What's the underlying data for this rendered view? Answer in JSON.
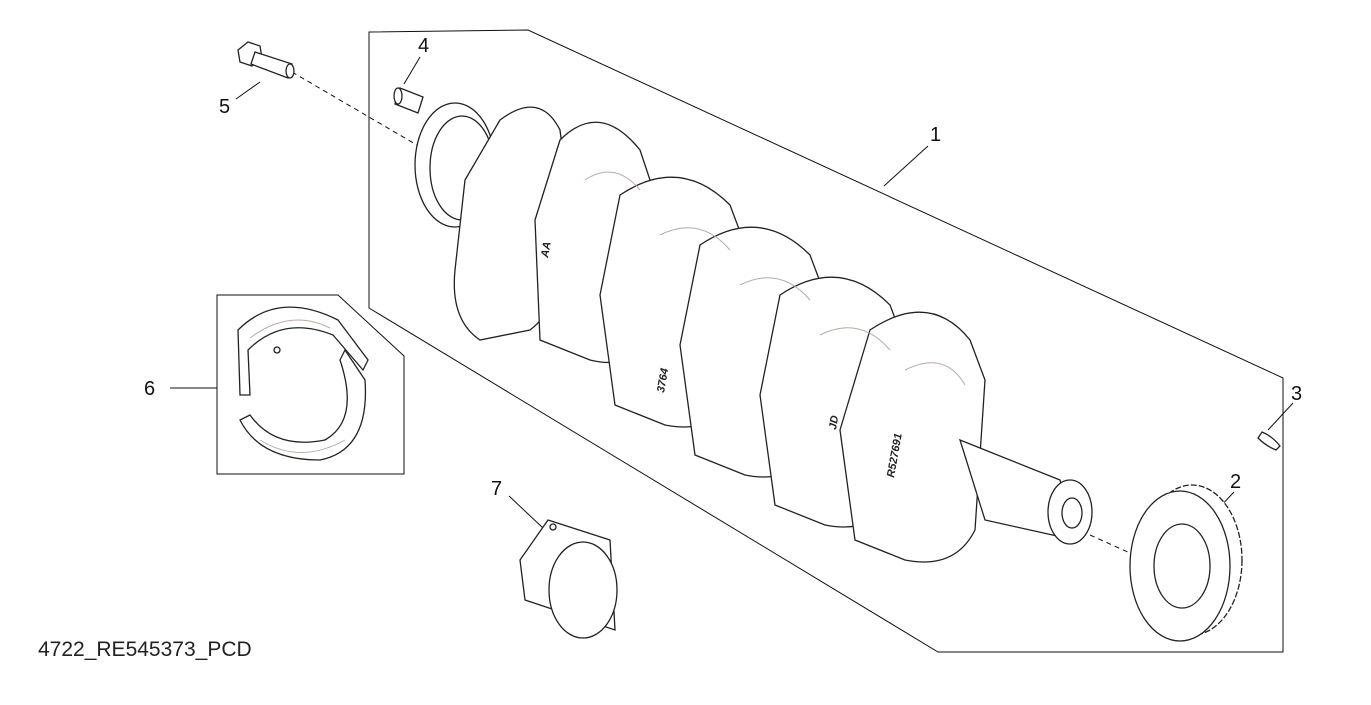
{
  "figure_id": "4722_RE545373_PCD",
  "callouts": [
    {
      "number": "1",
      "part": "crankshaft"
    },
    {
      "number": "2",
      "part": "gear"
    },
    {
      "number": "3",
      "part": "key"
    },
    {
      "number": "4",
      "part": "dowel-pin"
    },
    {
      "number": "5",
      "part": "bolt"
    },
    {
      "number": "6",
      "part": "thrust-bearing-set"
    },
    {
      "number": "7",
      "part": "bushing"
    }
  ],
  "engravings": [
    "AA",
    "3764",
    "JD",
    "R527691"
  ]
}
